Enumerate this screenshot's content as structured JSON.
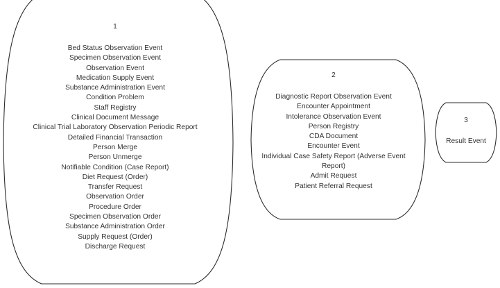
{
  "diagram": {
    "type": "venn-like-grouping",
    "background_color": "#ffffff",
    "shape_stroke_color": "#2b2b2b",
    "shape_fill_color": "#ffffff",
    "text_color": "#333333",
    "groups": [
      {
        "label": "1",
        "items": [
          "Bed Status Observation Event",
          "Specimen Observation Event",
          "Observation Event",
          "Medication Supply Event",
          "Substance Administration Event",
          "Condition Problem",
          "Staff Registry",
          "Clinical Document Message",
          "Clinical Trial Laboratory Observation Periodic Report",
          "Detailed Financial Transaction",
          "Person Merge",
          "Person Unmerge",
          "Notifiable Condition (Case Report)",
          "Diet Request (Order)",
          "Transfer Request",
          "Observation Order",
          "Procedure Order",
          "Specimen Observation Order",
          "Substance Administration Order",
          "Supply Request (Order)",
          "Discharge Request"
        ]
      },
      {
        "label": "2",
        "items": [
          "Diagnostic Report Observation Event",
          "Encounter Appointment",
          "Intolerance Observation Event",
          "Person Registry",
          "CDA Document",
          "Encounter Event",
          "Individual Case Safety Report (Adverse Event Report)",
          "Admit Request",
          "Patient Referral Request"
        ]
      },
      {
        "label": "3",
        "items": [
          "Result Event"
        ]
      }
    ]
  }
}
